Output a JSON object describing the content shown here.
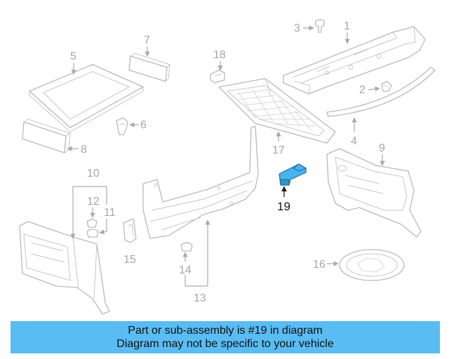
{
  "callouts": {
    "c1": "1",
    "c2": "2",
    "c3": "3",
    "c4": "4",
    "c5": "5",
    "c6": "6",
    "c7": "7",
    "c8": "8",
    "c9": "9",
    "c10": "10",
    "c11": "11",
    "c12": "12",
    "c13": "13",
    "c14": "14",
    "c15": "15",
    "c16": "16",
    "c17": "17",
    "c18": "18",
    "c19": "19"
  },
  "highlighted_part": "19",
  "colors": {
    "highlight_fill": "#48b4ee",
    "banner_background": "#59bcf2",
    "line_gray": "#b9b9b9"
  },
  "banner": {
    "line1": "Part or sub-assembly is #19 in diagram",
    "line2": "Diagram may not be specific to your vehicle"
  }
}
